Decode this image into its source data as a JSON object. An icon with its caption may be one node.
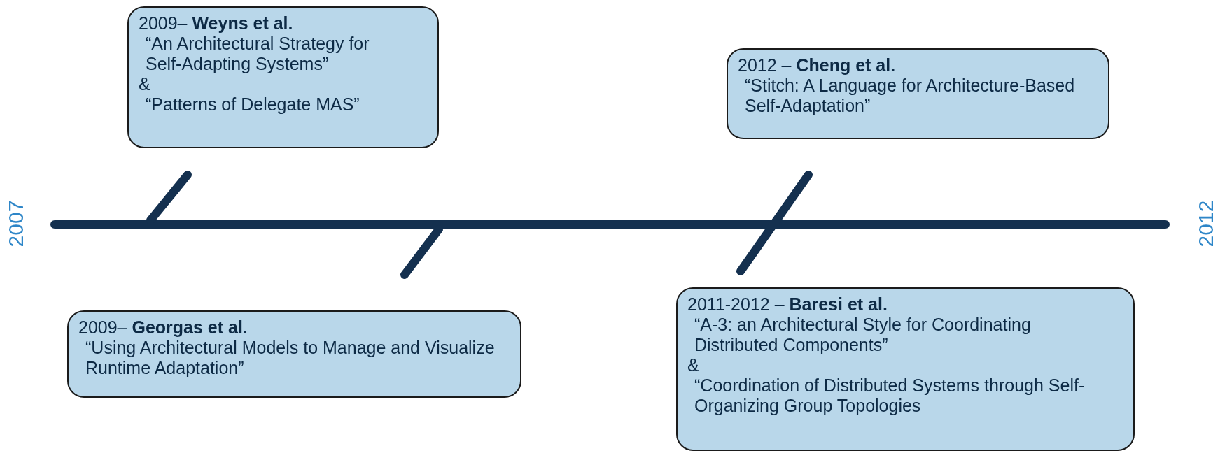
{
  "diagram": {
    "nodes": [
      {
        "text": [
          "2009– **Weyns et al.**",
          "“An Architectural Strategy for Self-Adapting Systems”",
          "&",
          "“Patterns of Delegate MAS”"
        ]
      },
      {
        "text": [
          "2012 – **Cheng et al.**",
          "“Stitch: A Language for Architecture-Based Self-Adaptation”"
        ]
      },
      {
        "text": [
          "2009– **Georgas et al.**",
          "“Using Architectural Models to Manage and Visualize Runtime Adaptation”"
        ]
      },
      {
        "text": [
          "2011-2012 – **Baresi et al.**",
          "“A-3: an Architectural Style for Coordinating Distributed Components”",
          "&",
          "“Coordination of Distributed Systems through Self-Organizing Group Topologies"
        ]
      }
    ],
    "labels": [
      "2007",
      "2012"
    ]
  }
}
